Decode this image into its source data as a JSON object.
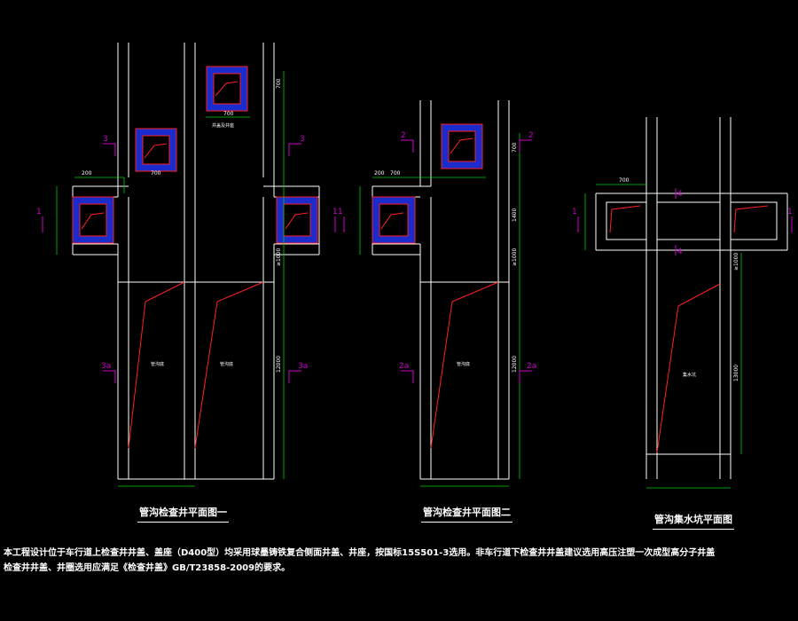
{
  "colors": {
    "background": "#000000",
    "wall": "#ffffff",
    "dimension": "#00cc00",
    "section_mark": "#cc00cc",
    "slope": "#ff2020",
    "frame": "#ff2020",
    "fill": "#1a2ccc"
  },
  "titles": {
    "plan1": "管沟检查井平面图一",
    "plan2": "管沟检查井平面图二",
    "plan3": "管沟集水坑平面图"
  },
  "notes": {
    "line1": "本工程设计位于车行道上检查井井盖、盖座（D400型）均采用球墨铸铁复合侧面井盖、井座，按国标15S501-3选用。非车行道下检查井井盖建议选用高压注塑一次成型高分子井盖",
    "line2": "检查井井盖、井圈选用应满足《检查井盖》GB/T23858-2009的要求。"
  },
  "section_marks": {
    "s1": "1",
    "s2": "2",
    "s3": "3",
    "s4": "4",
    "s2a": "2a",
    "s3a": "3a"
  },
  "dims": {
    "d700": "700",
    "d200": "200",
    "d1400": "1400",
    "dgt1000": "≥1000",
    "d12000": "12000",
    "d13000": "13000"
  },
  "small_labels": {
    "well_cover": "井盖及井座",
    "pipe_trench": "管沟底",
    "sump": "集水坑"
  }
}
